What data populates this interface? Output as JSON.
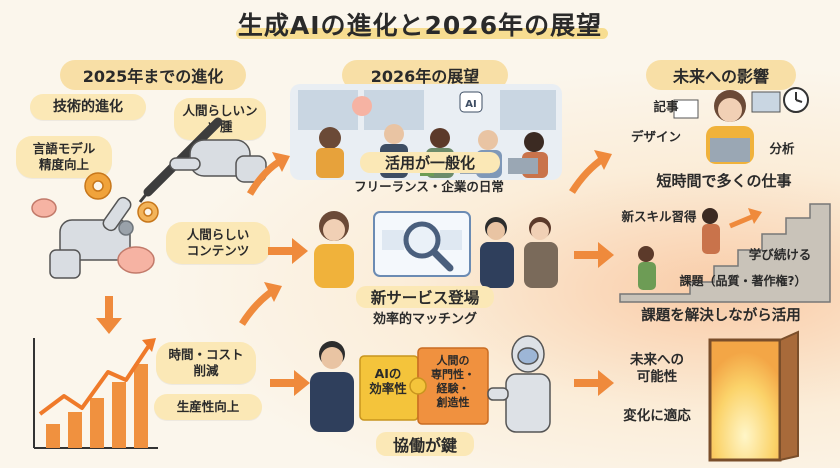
{
  "title": "生成AIの進化と2026年の展望",
  "columns": {
    "left": {
      "header": "2025年までの進化",
      "tech_label": "技術的進化",
      "bubble_language": "言語モデル\n精度向上",
      "bubble_human": "人間らしいン\nツ腫",
      "bubble_content": "人間らしい\nコンテンツ",
      "bubble_time_cost": "時間・コスト\n削減",
      "productivity": "生産性向上"
    },
    "middle": {
      "header": "2026年の展望",
      "scene1_caption": "活用が一般化",
      "scene1_sub": "フリーランス・企業の日常",
      "scene2_caption": "新サービス登場",
      "scene2_sub": "効率的マッチング",
      "puzzle_left": "AIの\n効率性",
      "puzzle_right": "人間の\n専門性・\n経験・\n創造性",
      "scene3_caption": "協働が鍵"
    },
    "right": {
      "header": "未来への影響",
      "task_article": "記事",
      "task_design": "デザイン",
      "task_analysis": "分析",
      "scene1_caption": "短時間で多くの仕事",
      "skill_label": "新スキル習得",
      "keep_learning": "学び続ける",
      "issues": "課題（品質・著作権?）",
      "scene2_caption": "課題を解決しながら活用",
      "future_possibility": "未来への\n可能性",
      "adapt_change": "変化に適応"
    }
  },
  "icons": [
    "robot-hand-icon",
    "gear-icon",
    "brain-icon",
    "pen-icon",
    "bar-chart-icon",
    "magnifier-icon",
    "puzzle-icon",
    "robot-icon",
    "clock-icon",
    "door-icon",
    "stairs-icon",
    "laptop-icon"
  ],
  "colors": {
    "accent_orange": "#ef8a3c",
    "pill_bg": "#f8dfa6",
    "bubble_bg": "#fbe8b6",
    "title_highlight": "#f6d77a",
    "bar_orange": "#f0913f"
  }
}
